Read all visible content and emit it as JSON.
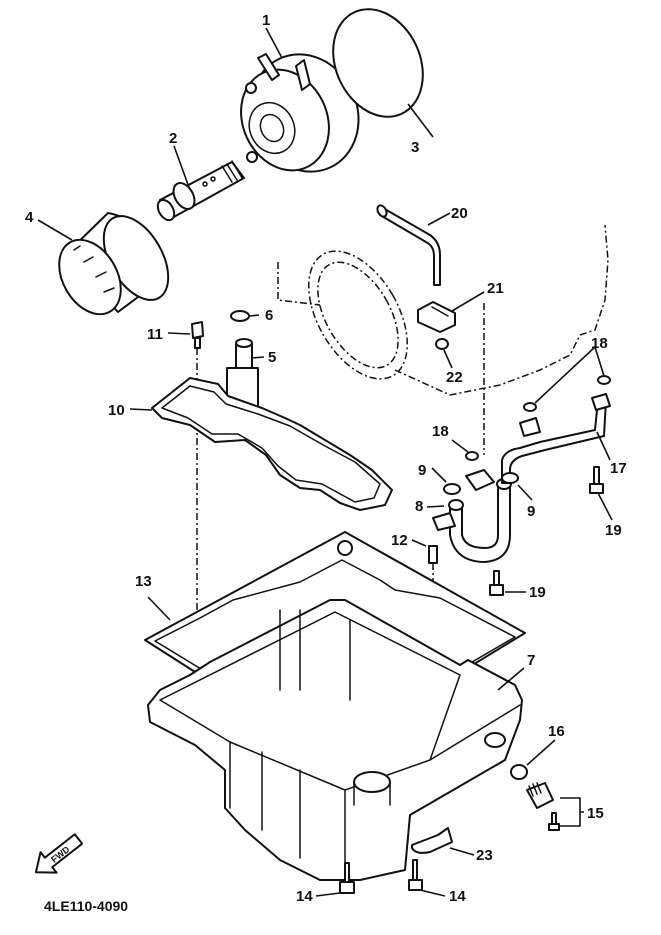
{
  "diagram": {
    "title": "Oil cooler / oil pan exploded parts view",
    "drawing_code": "4LE110-4090",
    "direction_marker": {
      "icon": "fwd-arrow-icon",
      "text": "FWD"
    },
    "callouts": [
      {
        "ref": "1",
        "part": "oil cooler"
      },
      {
        "ref": "2",
        "part": "union bolt"
      },
      {
        "ref": "3",
        "part": "o-ring"
      },
      {
        "ref": "4",
        "part": "oil filter cartridge"
      },
      {
        "ref": "5",
        "part": "relief valve"
      },
      {
        "ref": "6",
        "part": "o-ring"
      },
      {
        "ref": "7",
        "part": "oil pan"
      },
      {
        "ref": "8",
        "part": "oil pipe"
      },
      {
        "ref": "9",
        "part": "o-ring"
      },
      {
        "ref": "9b",
        "label": "9",
        "part": "o-ring"
      },
      {
        "ref": "10",
        "part": "gasket"
      },
      {
        "ref": "11",
        "part": "bolt"
      },
      {
        "ref": "12",
        "part": "dowel pin"
      },
      {
        "ref": "13",
        "part": "gasket"
      },
      {
        "ref": "14",
        "part": "bolt"
      },
      {
        "ref": "14b",
        "label": "14",
        "part": "bolt"
      },
      {
        "ref": "15",
        "part": "drain bolt set"
      },
      {
        "ref": "16",
        "part": "gasket"
      },
      {
        "ref": "17",
        "part": "oil pipe"
      },
      {
        "ref": "18",
        "part": "o-ring"
      },
      {
        "ref": "18b",
        "label": "18",
        "part": "o-ring"
      },
      {
        "ref": "19",
        "part": "bolt"
      },
      {
        "ref": "19b",
        "label": "19",
        "part": "bolt"
      },
      {
        "ref": "20",
        "part": "hose"
      },
      {
        "ref": "21",
        "part": "damper"
      },
      {
        "ref": "22",
        "part": "clip"
      },
      {
        "ref": "23",
        "part": "bracket"
      }
    ],
    "labels": {
      "l1": "1",
      "l2": "2",
      "l3": "3",
      "l4": "4",
      "l5": "5",
      "l6": "6",
      "l7": "7",
      "l8": "8",
      "l9a": "9",
      "l9b": "9",
      "l10": "10",
      "l11": "11",
      "l12": "12",
      "l13": "13",
      "l14a": "14",
      "l14b": "14",
      "l15": "15",
      "l16": "16",
      "l17": "17",
      "l18a": "18",
      "l18b": "18",
      "l19a": "19",
      "l19b": "19",
      "l20": "20",
      "l21": "21",
      "l22": "22",
      "l23": "23"
    }
  }
}
